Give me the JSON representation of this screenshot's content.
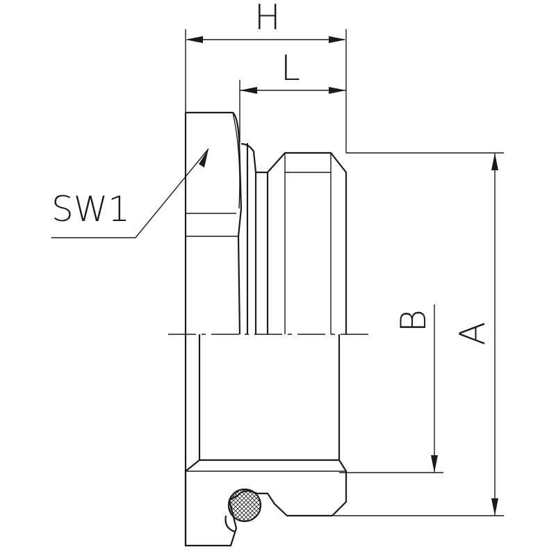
{
  "drawing": {
    "dimensions": {
      "H": "H",
      "L": "L",
      "A": "A",
      "B": "B",
      "SW1": "SW1"
    },
    "colors": {
      "line": "#1a1a1a",
      "background": "#ffffff"
    }
  }
}
